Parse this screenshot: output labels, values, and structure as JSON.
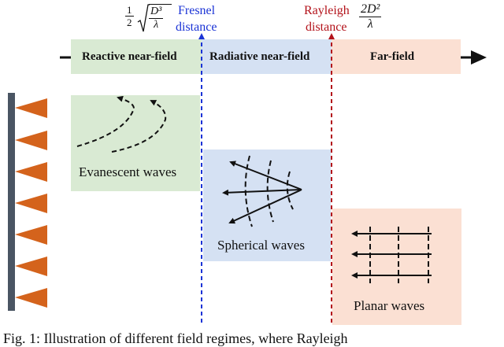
{
  "formulas": {
    "fresnel_coef_num": "1",
    "fresnel_coef_den": "2",
    "fresnel_sqrt_num": "D³",
    "fresnel_sqrt_den": "λ",
    "rayleigh_num": "2D²",
    "rayleigh_den": "λ"
  },
  "boundaries": {
    "fresnel_line1": "Fresnel",
    "fresnel_line2": "distance",
    "rayleigh_line1": "Rayleigh",
    "rayleigh_line2": "distance"
  },
  "regions": {
    "reactive": "Reactive near-field",
    "radiative": "Radiative near-field",
    "far": "Far-field"
  },
  "waves": {
    "evanescent": "Evanescent waves",
    "spherical": "Spherical waves",
    "planar": "Planar waves"
  },
  "caption": "Fig. 1: Illustration of different field regimes, where Rayleigh",
  "colors": {
    "reactive_fill": "#d9ead3",
    "radiative_fill": "#d5e1f3",
    "far_fill": "#fbe0d3",
    "fresnel_line": "#1a33d6",
    "rayleigh_line": "#b3121a",
    "antenna": "#d4631c",
    "array_bar": "#4a5563"
  }
}
